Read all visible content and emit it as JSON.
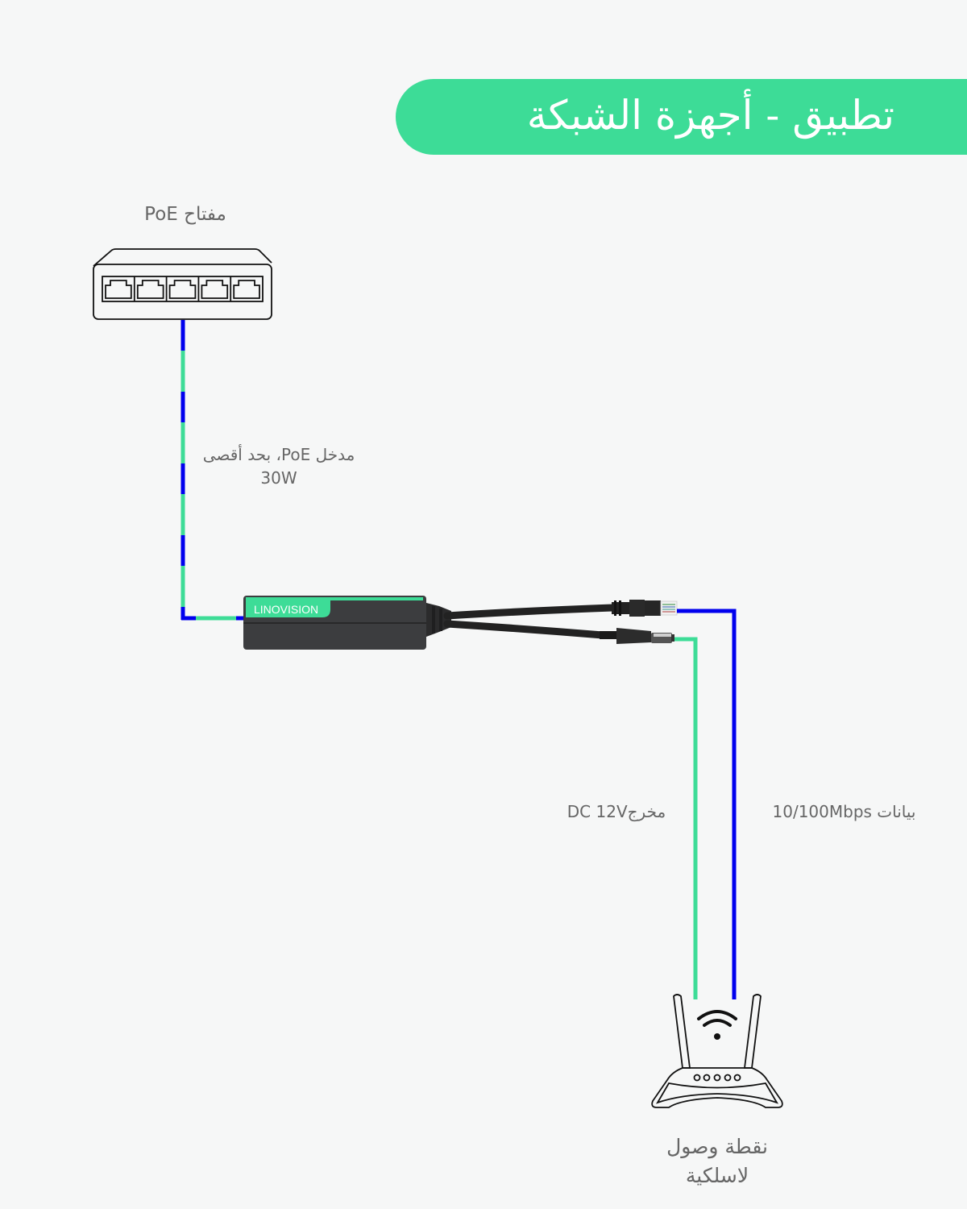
{
  "header": {
    "title": "تطبيق - أجهزة الشبكة"
  },
  "devices": {
    "switch": {
      "label": "مفتاح PoE",
      "icon": "poe-switch-icon",
      "ports": 5
    },
    "splitter": {
      "brand": "LINOVISION",
      "icon": "poe-splitter-icon"
    },
    "access_point": {
      "label_line1": "نقطة وصول",
      "label_line2": "لاسلكية",
      "icon": "wireless-router-icon"
    }
  },
  "connections": {
    "poe_input": {
      "label_line1": "مدخل PoE، بحد أقصى",
      "label_line2": "30W"
    },
    "dc_output": {
      "label": "مخرجDC 12V"
    },
    "data": {
      "label": "بيانات 10/100Mbps"
    }
  },
  "colors": {
    "accent_green": "#3ddc97",
    "data_blue": "#0000ee",
    "text_gray": "#666666",
    "background": "#f6f7f7",
    "device_dark": "#3c3d3f"
  }
}
